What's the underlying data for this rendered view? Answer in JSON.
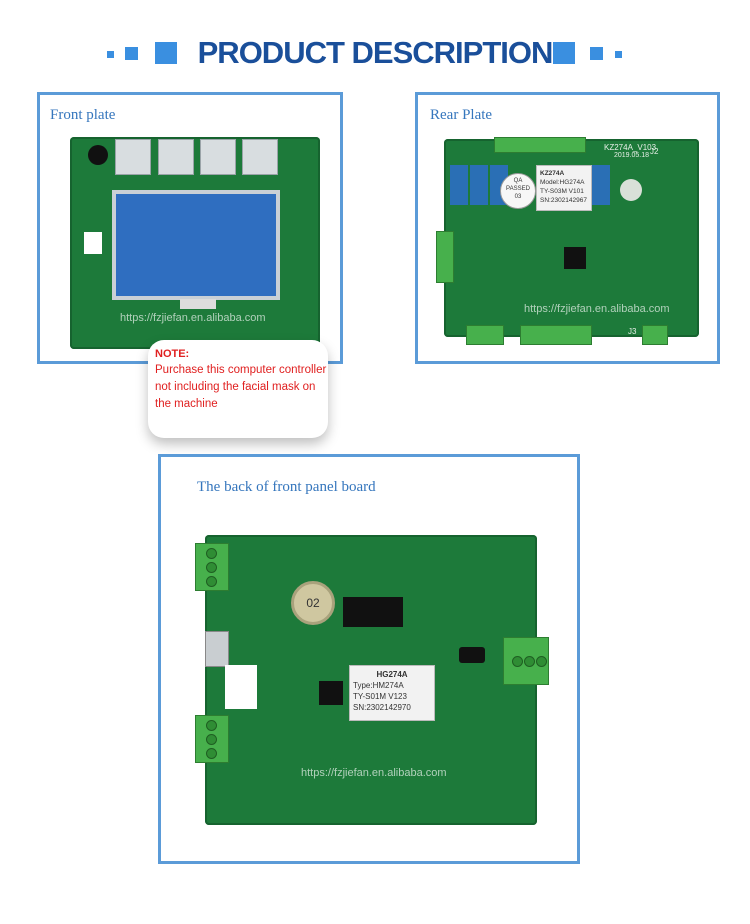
{
  "header": {
    "title": "PRODUCT DESCRIPTION"
  },
  "panels": {
    "front_plate": {
      "label": "Front plate",
      "watermark": "https://fzjiefan.en.alibaba.com"
    },
    "rear_plate": {
      "label": "Rear Plate",
      "watermark": "https://fzjiefan.en.alibaba.com",
      "board_text": "KZ274A_V103",
      "board_date": "2019.05.18",
      "connector_j2": "J2",
      "connector_j3": "J3",
      "qa_sticker": [
        "QA",
        "PASSED",
        "03"
      ],
      "label_lines": [
        "KZ274A",
        "Model:HG274A",
        "TY-S03M  V101",
        "SN:2302142967"
      ]
    },
    "back_front_panel": {
      "label": "The back of front panel board",
      "watermark": "https://fzjiefan.en.alibaba.com",
      "badge": "02",
      "label_lines": [
        "HG274A",
        "Type:HM274A",
        "TY-S01M  V123",
        "SN:2302142970"
      ]
    }
  },
  "note": {
    "title": "NOTE:",
    "text": "Purchase this computer controller not including the facial mask on the machine"
  },
  "colors": {
    "accent_blue": "#3a8fe0",
    "title_blue": "#1a4f9a",
    "panel_border": "#5b9bd8",
    "pcb_green": "#1d7a3a",
    "note_red": "#e02020"
  }
}
